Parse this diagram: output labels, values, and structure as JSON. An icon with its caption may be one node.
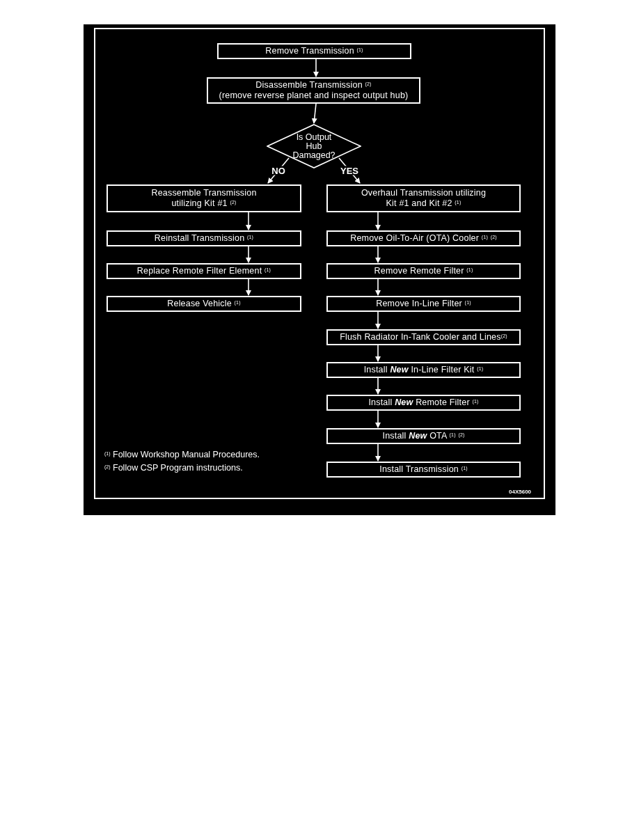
{
  "diagram": {
    "nodes": [
      {
        "text": [
          "Remove Transmission $^{(1)}$"
        ]
      },
      {
        "text": [
          "Disassemble Transmission $^{(2)}$",
          "(remove reverse planet and inspect output hub)"
        ]
      },
      {
        "text": [
          "Is Output Hub Damaged?"
        ]
      },
      {
        "text": [
          "Reassemble Transmission utilizing Kit #1 $^{(2)}$"
        ]
      },
      {
        "text": [
          "Reinstall Transmission $^{(1)}$"
        ]
      },
      {
        "text": [
          "Replace Remote Filter Element $^{(1)}$"
        ]
      },
      {
        "text": [
          "Release Vehicle $^{(1)}$"
        ]
      },
      {
        "text": [
          "Overhaul Transmission utilizing Kit #1 and Kit #2 $^{(1)}$"
        ]
      },
      {
        "text": [
          "Remove Oil-To-Air (OTA) Cooler $^{(1)}$ $^{(2)}$"
        ]
      },
      {
        "text": [
          "Remove Remote Filter $^{(1)}$"
        ]
      },
      {
        "text": [
          "Remove In-Line Filter $^{(1)}$"
        ]
      },
      {
        "text": [
          "Flush Radiator In-Tank Cooler and Lines$^{(2)}$"
        ]
      },
      {
        "text": [
          "Install *New* In-Line Filter Kit $^{(1)}$"
        ]
      },
      {
        "text": [
          "Install *New* Remote Filter $^{(1)}$"
        ]
      },
      {
        "text": [
          "Install *New* OTA $^{(1)}$ $^{(2)}$"
        ]
      },
      {
        "text": [
          "Install Transmission $^{(1)}$"
        ]
      }
    ],
    "edges": [
      {
        "from": 0,
        "to": 1,
        "arrow": "to"
      },
      {
        "from": 1,
        "to": 2,
        "arrow": "to"
      },
      {
        "from": 2,
        "to": 3,
        "arrow": "to",
        "label": "NO"
      },
      {
        "from": 2,
        "to": 7,
        "arrow": "to",
        "label": "YES"
      },
      {
        "from": 3,
        "to": 4,
        "arrow": "to"
      },
      {
        "from": 4,
        "to": 5,
        "arrow": "to"
      },
      {
        "from": 5,
        "to": 6,
        "arrow": "to"
      },
      {
        "from": 7,
        "to": 8,
        "arrow": "to"
      },
      {
        "from": 8,
        "to": 9,
        "arrow": "to"
      },
      {
        "from": 9,
        "to": 10,
        "arrow": "to"
      },
      {
        "from": 10,
        "to": 11,
        "arrow": "to"
      },
      {
        "from": 11,
        "to": 12,
        "arrow": "to"
      },
      {
        "from": 12,
        "to": 13,
        "arrow": "to"
      },
      {
        "from": 13,
        "to": 14,
        "arrow": "to"
      },
      {
        "from": 14,
        "to": 15,
        "arrow": "to"
      }
    ],
    "labels": [
      "$^{(1)}$ Follow Workshop Manual Procedures.",
      "$^{(2)}$ Follow CSP Program instructions.",
      "04X5600"
    ]
  }
}
